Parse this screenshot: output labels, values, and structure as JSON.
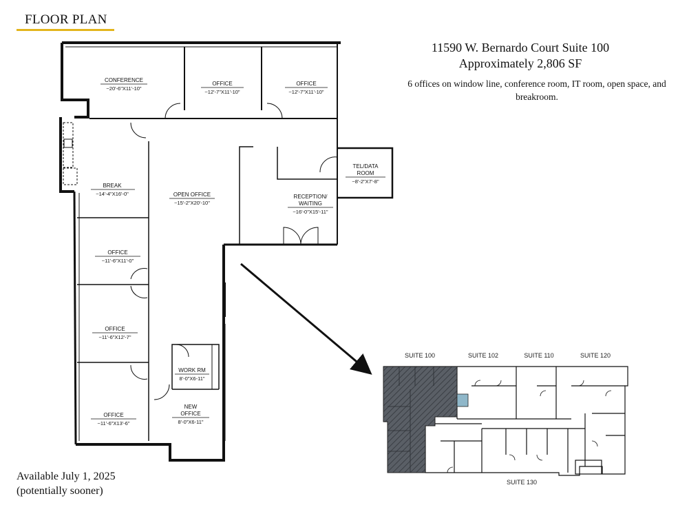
{
  "header": {
    "title": "FLOOR PLAN"
  },
  "listing": {
    "address": "11590 W. Bernardo Court Suite 100",
    "size": "Approximately 2,806 SF",
    "description": "6 offices on window line, conference room, IT room, open space, and breakroom."
  },
  "availability": {
    "line1": "Available July 1, 2025",
    "line2": "(potentially sooner)"
  },
  "rooms": {
    "conference": {
      "name": "CONFERENCE",
      "dims": "~20'-6\"X11'-10\""
    },
    "office_top1": {
      "name": "OFFICE",
      "dims": "~12'-7\"X11'-10\""
    },
    "office_top2": {
      "name": "OFFICE",
      "dims": "~12'-7\"X11'-10\""
    },
    "break": {
      "name": "BREAK",
      "dims": "~14'-4\"X16'-0\""
    },
    "open_office": {
      "name": "OPEN OFFICE",
      "dims": "~15'-2\"X20'-10\""
    },
    "reception": {
      "name1": "RECEPTION/",
      "name2": "WAITING",
      "dims": "~16'-0\"X15'-11\""
    },
    "tel_data": {
      "name1": "TEL/DATA",
      "name2": "ROOM",
      "dims": "~8'-2\"X7'-8\""
    },
    "office_left1": {
      "name": "OFFICE",
      "dims": "~11'-6\"X11'-0\""
    },
    "office_left2": {
      "name": "OFFICE",
      "dims": "~11'-6\"X12'-7\""
    },
    "office_left3": {
      "name": "OFFICE",
      "dims": "~11'-6\"X13'-6\""
    },
    "work_rm": {
      "name": "WORK RM",
      "dims": "8'-0\"X6-11\""
    },
    "new_office": {
      "name1": "NEW",
      "name2": "OFFICE",
      "dims": "8'-0\"X6-11\""
    }
  },
  "building": {
    "suites_top": [
      "SUITE 100",
      "SUITE 102",
      "SUITE 110",
      "SUITE 120"
    ],
    "suite_bottom": "SUITE 130"
  },
  "colors": {
    "accent_underline": "#e3b51c",
    "highlight_fill": "#4a4f55",
    "tel_room_fill": "#8fb7c9"
  }
}
